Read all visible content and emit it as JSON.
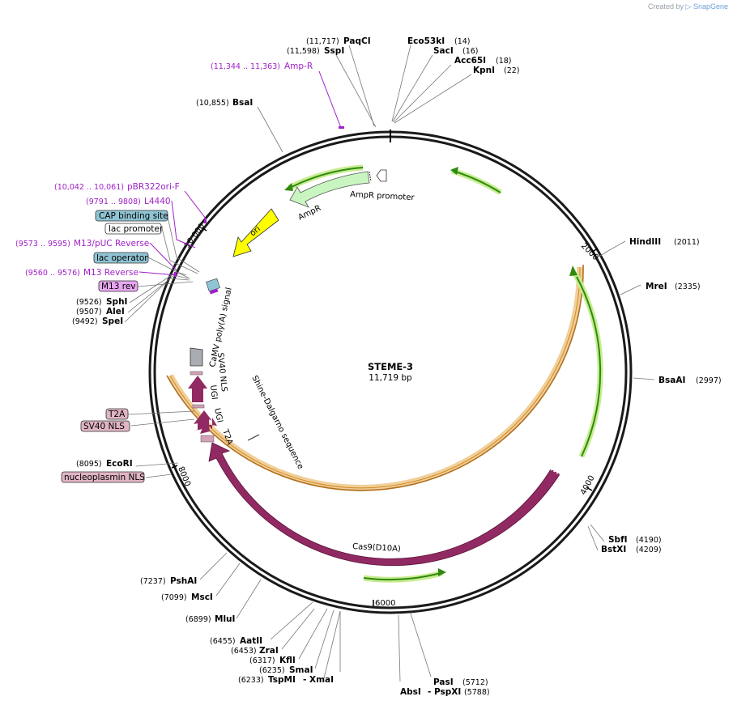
{
  "credit": {
    "prefix": "Created by",
    "brand": "SnapGene"
  },
  "plasmid": {
    "name": "STEME-3",
    "size": "11,719 bp"
  },
  "tick_labels": [
    "2000",
    "4000",
    "6000",
    "8000",
    "10,000"
  ],
  "enzymes": [
    {
      "id": "paqci",
      "name": "PaqCI",
      "pos": "(11,717)"
    },
    {
      "id": "sspi",
      "name": "SspI",
      "pos": "(11,598)"
    },
    {
      "id": "eco53ki",
      "name": "Eco53kI",
      "pos": "(14)"
    },
    {
      "id": "saci",
      "name": "SacI",
      "pos": "(16)"
    },
    {
      "id": "acc65i",
      "name": "Acc65I",
      "pos": "(18)"
    },
    {
      "id": "kpni",
      "name": "KpnI",
      "pos": "(22)"
    },
    {
      "id": "bsai",
      "name": "BsaI",
      "pos": "(10,855)"
    },
    {
      "id": "hindiii",
      "name": "HindIII",
      "pos": "(2011)"
    },
    {
      "id": "mrei",
      "name": "MreI",
      "pos": "(2335)"
    },
    {
      "id": "bsaai",
      "name": "BsaAI",
      "pos": "(2997)"
    },
    {
      "id": "sbfi",
      "name": "SbfI",
      "pos": "(4190)"
    },
    {
      "id": "bstxi",
      "name": "BstXI",
      "pos": "(4209)"
    },
    {
      "id": "pasi",
      "name": "PasI",
      "pos": "(5712)"
    },
    {
      "id": "absi",
      "name": "AbsI",
      "pos": ""
    },
    {
      "id": "pspxi",
      "name": "- PspXI",
      "pos": "(5788)"
    },
    {
      "id": "aatii",
      "name": "AatII",
      "pos": "(6455)"
    },
    {
      "id": "zrai",
      "name": "ZraI",
      "pos": "(6453)"
    },
    {
      "id": "kfli",
      "name": "KflI",
      "pos": "(6317)"
    },
    {
      "id": "smai",
      "name": "SmaI",
      "pos": "(6235)"
    },
    {
      "id": "tspmi",
      "name": "TspMI",
      "pos": "(6233)"
    },
    {
      "id": "xmai",
      "name": "- XmaI",
      "pos": ""
    },
    {
      "id": "mlui",
      "name": "MluI",
      "pos": "(6899)"
    },
    {
      "id": "msci",
      "name": "MscI",
      "pos": "(7099)"
    },
    {
      "id": "pshai",
      "name": "PshAI",
      "pos": "(7237)"
    },
    {
      "id": "ecori",
      "name": "EcoRI",
      "pos": "(8095)"
    },
    {
      "id": "sphi",
      "name": "SphI",
      "pos": "(9526)"
    },
    {
      "id": "alei",
      "name": "AleI",
      "pos": "(9507)"
    },
    {
      "id": "spei",
      "name": "SpeI",
      "pos": "(9492)"
    }
  ],
  "primers": [
    {
      "id": "ampr-primer",
      "name": "Amp-R",
      "pos": "(11,344 .. 11,363)"
    },
    {
      "id": "pbr322ori-f",
      "name": "pBR322ori-F",
      "pos": "(10,042 .. 10,061)"
    },
    {
      "id": "l4440",
      "name": "L4440",
      "pos": "(9791 .. 9808)"
    },
    {
      "id": "m13-puc-reverse",
      "name": "M13/pUC Reverse",
      "pos": "(9573 .. 9595)"
    },
    {
      "id": "m13-reverse",
      "name": "M13 Reverse",
      "pos": "(9560 .. 9576)"
    }
  ],
  "boxed_features": [
    {
      "id": "cap-binding-site",
      "name": "CAP binding site",
      "color": "#8fc4d4"
    },
    {
      "id": "lac-promoter",
      "name": "lac promoter",
      "color": "#ffffff"
    },
    {
      "id": "lac-operator",
      "name": "lac operator",
      "color": "#8fc4d4"
    },
    {
      "id": "m13-rev",
      "name": "M13 rev",
      "color": "#e7a6ef"
    },
    {
      "id": "t2a-box",
      "name": "T2A",
      "color": "#e0b4c4"
    },
    {
      "id": "sv40-nls-box",
      "name": "SV40 NLS",
      "color": "#e0b4c4"
    },
    {
      "id": "nucleoplasmin-nls",
      "name": "nucleoplasmin NLS",
      "color": "#e0b4c4"
    }
  ],
  "feature_labels": {
    "ampr": "AmpR",
    "ampr_promoter": "AmpR promoter",
    "ori": "ori",
    "camv": "CaMV poly(A) signal",
    "sv40_nls": "SV40 NLS",
    "ugi1": "UGI",
    "ugi2": "UGI",
    "t2a": "T2A",
    "shine": "Shine-Dalgarno sequence",
    "cas9": "Cas9(D10A)"
  },
  "colors": {
    "cas9": "#912a62",
    "ori": "#ffff00",
    "ampr": "#c8f5c0",
    "orange_band": "#f0b860",
    "green_arrow": "#2e9a10",
    "primer": "#a020c8",
    "backbone": "#000000"
  }
}
